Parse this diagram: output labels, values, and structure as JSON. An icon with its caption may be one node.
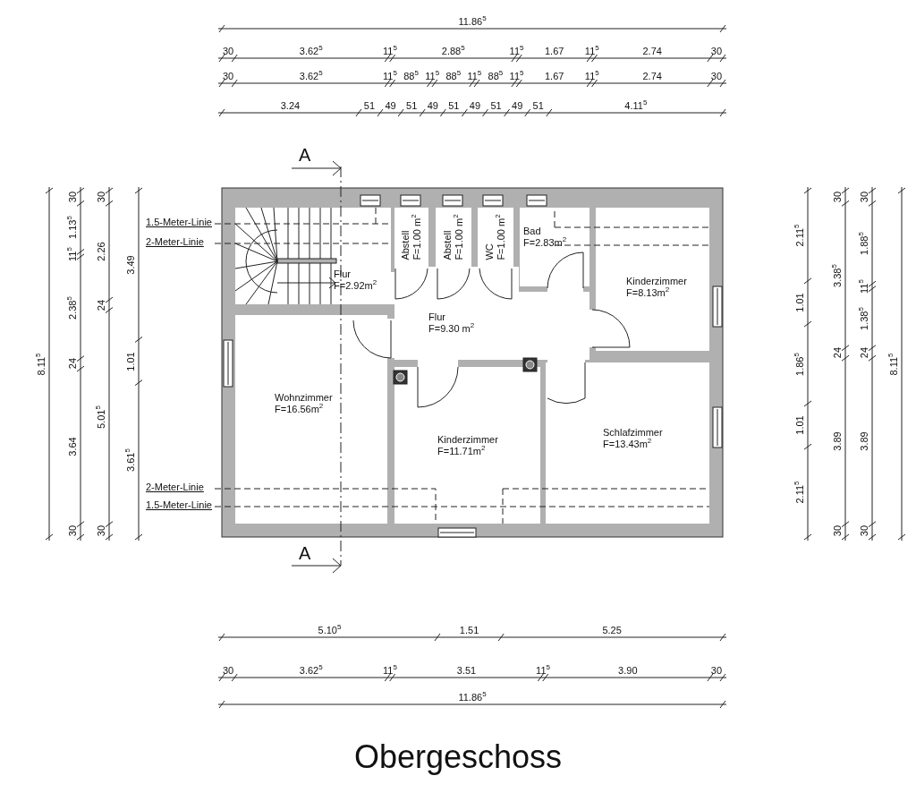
{
  "diagram": {
    "caption": "Obergeschoss",
    "nodes": [
      {
        "text": [
          "Flur",
          "F=2.92m$^{2}$"
        ]
      },
      {
        "text": [
          "Abstell",
          "F=1.00 m$^{2}$"
        ]
      },
      {
        "text": [
          "Abstell",
          "F=1.00 m$^{2}$"
        ]
      },
      {
        "text": [
          "WC",
          "F=1.00 m$^{2}$"
        ]
      },
      {
        "text": [
          "Bad",
          "F=2.83m$^{2}$"
        ]
      },
      {
        "text": [
          "Kinderzimmer",
          "F=8.13m$^{2}$"
        ]
      },
      {
        "text": [
          "Flur",
          "F=9.30 m$^{2}$"
        ]
      },
      {
        "text": [
          "Wohnzimmer",
          "F=16.56m$^{2}$"
        ]
      },
      {
        "text": [
          "Kinderzimmer",
          "F=11.71m$^{2}$"
        ]
      },
      {
        "text": [
          "Schlafzimmer",
          "F=13.43m$^{2}$"
        ]
      }
    ],
    "labels": [
      "11.86$^{5}$",
      "30",
      "3.62$^{5}$",
      "11$^{5}$",
      "2.88$^{5}$",
      "11$^{5}$",
      "1.67",
      "11$^{5}$",
      "2.74",
      "30",
      "30",
      "3.62$^{5}$",
      "11$^{5}$",
      "88$^{5}$",
      "11$^{5}$",
      "88$^{5}$",
      "11$^{5}$",
      "88$^{5}$",
      "11$^{5}$",
      "1.67",
      "11$^{5}$",
      "2.74",
      "30",
      "3.24",
      "51",
      "49",
      "51",
      "49",
      "51",
      "49",
      "51",
      "49",
      "51",
      "4.11$^{5}$",
      "A",
      "1.5-Meter-Linie",
      "2-Meter-Linie",
      "8.11$^{5}$",
      "30",
      "1.13$^{5}$",
      "11$^{5}$",
      "2.38$^{5}$",
      "24",
      "3.64",
      "30",
      "30",
      "2.26",
      "24",
      "5.01$^{5}$",
      "30",
      "3.49",
      "1.01",
      "3.61$^{5}$",
      "2.11$^{5}$",
      "1.01",
      "1.86$^{5}$",
      "1.01",
      "2.11$^{5}$",
      "30",
      "3.38$^{5}$",
      "24",
      "3.89",
      "30",
      "30",
      "1.88$^{5}$",
      "11$^{5}$",
      "1.38$^{5}$",
      "24",
      "3.89",
      "30",
      "8.11$^{5}$",
      "2-Meter-Linie",
      "1.5-Meter-Linie",
      "A",
      "5.10$^{5}$",
      "1.51",
      "5.25",
      "30",
      "3.62$^{5}$",
      "11$^{5}$",
      "3.51",
      "11$^{5}$",
      "3.90",
      "30",
      "11.86$^{5}$"
    ]
  }
}
